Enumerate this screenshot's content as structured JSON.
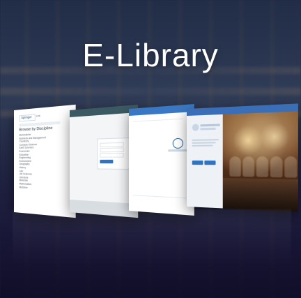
{
  "banner": {
    "title": "E-Library"
  },
  "panels": [
    {
      "name": "panel-1",
      "brand": "Springer",
      "brand_suffix": "Link",
      "browse_heading": "Browse by Discipline",
      "rows": [
        "Biomedicine",
        "Business and Management",
        "Chemistry",
        "Computer Science",
        "Earth Sciences",
        "Economics",
        "Education",
        "Engineering",
        "Environment",
        "Geography",
        "History",
        "Law",
        "Life Sciences",
        "Literature",
        "Materials",
        "Mathematics",
        "Medicine"
      ]
    },
    {
      "name": "panel-2",
      "heading": "",
      "rows": [
        "",
        "",
        "",
        "",
        "",
        ""
      ]
    },
    {
      "name": "panel-3",
      "rows": [
        "",
        "",
        ""
      ]
    },
    {
      "name": "panel-4",
      "rows": [
        "",
        ""
      ]
    }
  ]
}
